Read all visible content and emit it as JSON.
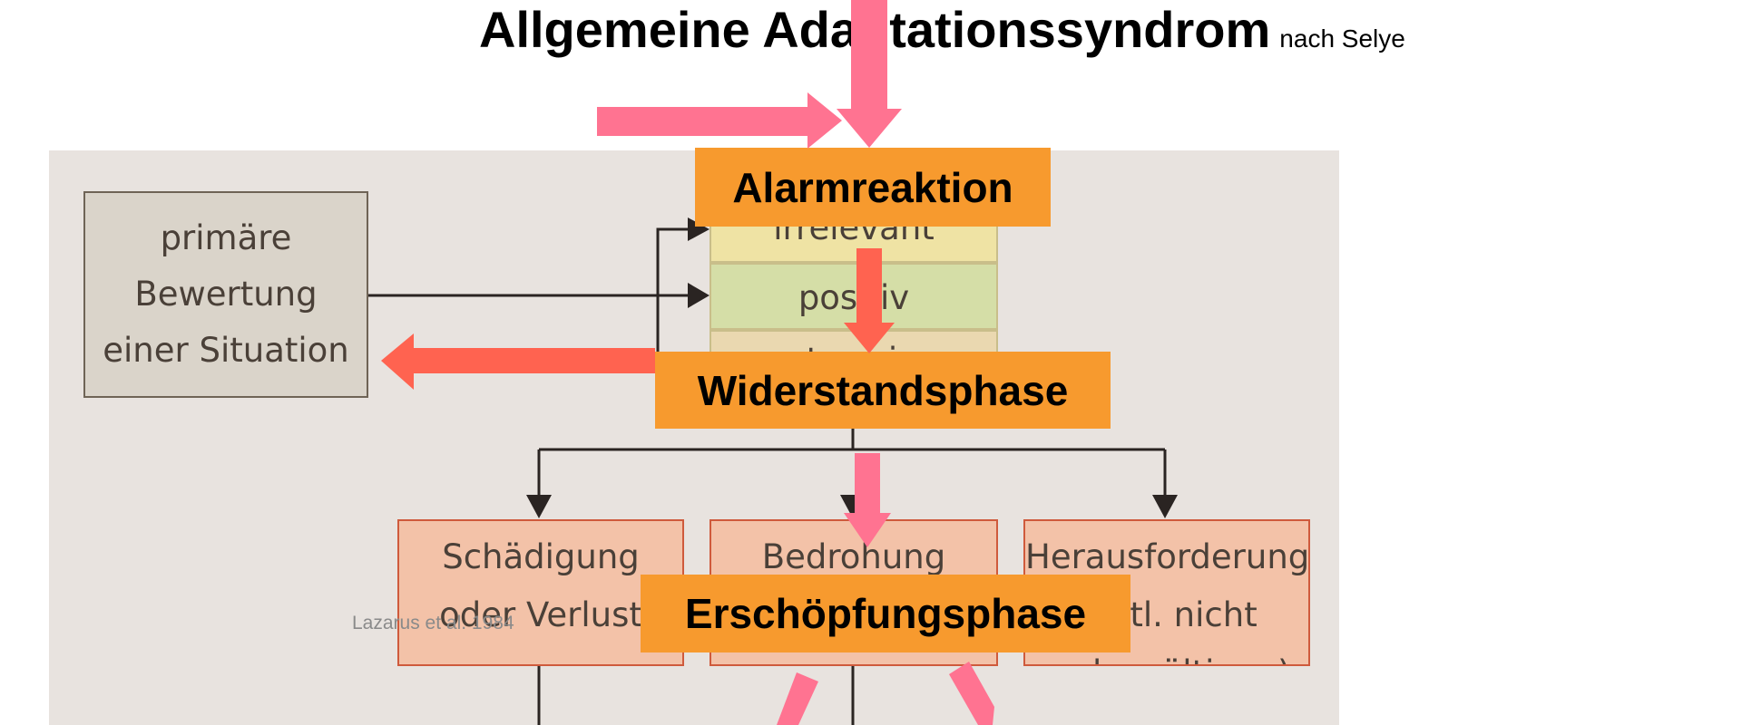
{
  "title": {
    "main": "Allgemeine Adaptationssyndrom",
    "sub": "nach Selye"
  },
  "figure": {
    "primary_box": {
      "line1": "primäre",
      "line2": "Bewertung",
      "line3": "einer Situation"
    },
    "bands": [
      "irrelevant",
      "positiv",
      "stressig"
    ],
    "outcomes": [
      {
        "line1": "Schädigung",
        "line2": "oder Verlust"
      },
      {
        "line1": "Bedrohung",
        "line2": ""
      },
      {
        "line1": "Herausforderung",
        "line2": "(evtl. nicht",
        "line3": "zu bewältigen)"
      }
    ],
    "citation": "Lazarus et al. 1984"
  },
  "phases": {
    "alarm": "Alarmreaktion",
    "resistance": "Widerstandsphase",
    "exhaustion": "Erschöpfungsphase"
  },
  "colors": {
    "phase_box": "#f79a2e",
    "pink_arrow": "#ff7391",
    "red_arrow": "#ff6350"
  }
}
